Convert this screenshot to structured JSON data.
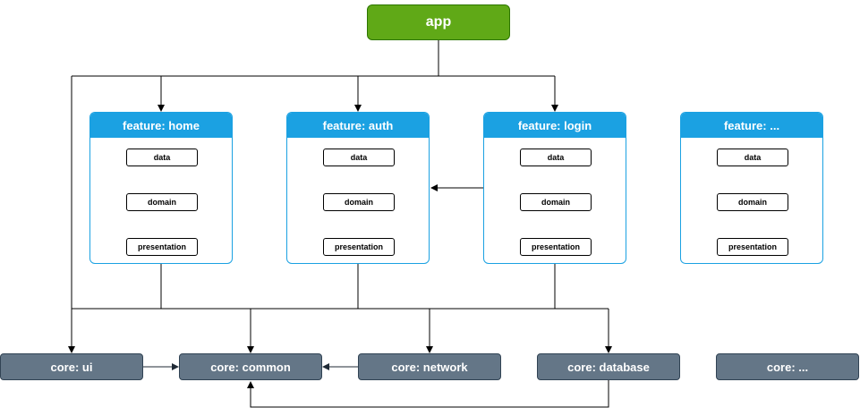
{
  "app": {
    "label": "app"
  },
  "features": [
    {
      "title": "feature: home",
      "layers": {
        "data": "data",
        "domain": "domain",
        "presentation": "presentation"
      }
    },
    {
      "title": "feature: auth",
      "layers": {
        "data": "data",
        "domain": "domain",
        "presentation": "presentation"
      }
    },
    {
      "title": "feature: login",
      "layers": {
        "data": "data",
        "domain": "domain",
        "presentation": "presentation"
      }
    },
    {
      "title": "feature: ...",
      "layers": {
        "data": "data",
        "domain": "domain",
        "presentation": "presentation"
      }
    }
  ],
  "core": [
    {
      "label": "core: ui"
    },
    {
      "label": "core: common"
    },
    {
      "label": "core: network"
    },
    {
      "label": "core: database"
    },
    {
      "label": "core: ..."
    }
  ],
  "colors": {
    "app_fill": "#60a917",
    "feature_accent": "#1ba1e2",
    "core_fill": "#647687",
    "edge": "#000000"
  }
}
